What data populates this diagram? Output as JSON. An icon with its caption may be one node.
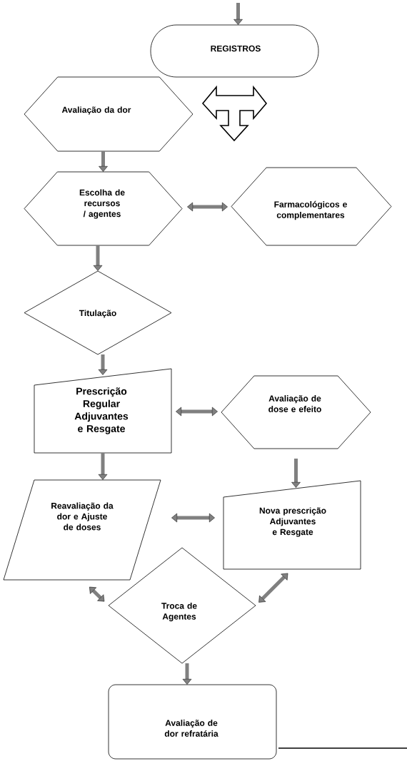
{
  "diagram": {
    "nodes": [
      {
        "text": [
          "REGISTROS"
        ]
      },
      {
        "text": [
          "Avaliação da dor"
        ]
      },
      {
        "text": [
          "Escolha de recursos / agentes"
        ]
      },
      {
        "text": [
          "Farmacológicos e complementares"
        ]
      },
      {
        "text": [
          "Titulação"
        ]
      },
      {
        "text": [
          "Prescrição Regular Adjuvantes e Resgate"
        ]
      },
      {
        "text": [
          "Avaliação de dose e efeito"
        ]
      },
      {
        "text": [
          "Reavaliação da dor e Ajuste de doses"
        ]
      },
      {
        "text": [
          "Nova prescrição Adjuvantes e Resgate"
        ]
      },
      {
        "text": [
          "Troca de Agentes"
        ]
      },
      {
        "text": [
          "Avaliação de dor refratária"
        ]
      }
    ],
    "edges": [
      {
        "from": null,
        "to": 0,
        "arrow": "to"
      },
      {
        "from": 1,
        "to": 2,
        "arrow": "to"
      },
      {
        "from": 2,
        "to": 3,
        "arrow": "both"
      },
      {
        "from": 2,
        "to": 4,
        "arrow": "to"
      },
      {
        "from": 4,
        "to": 5,
        "arrow": "to"
      },
      {
        "from": 5,
        "to": 6,
        "arrow": "both"
      },
      {
        "from": 5,
        "to": 7,
        "arrow": "to"
      },
      {
        "from": 6,
        "to": 8,
        "arrow": "to"
      },
      {
        "from": 7,
        "to": 8,
        "arrow": "both"
      },
      {
        "from": 7,
        "to": 9,
        "arrow": "both"
      },
      {
        "from": 8,
        "to": 9,
        "arrow": "both"
      },
      {
        "from": 9,
        "to": 10,
        "arrow": "to"
      }
    ]
  }
}
